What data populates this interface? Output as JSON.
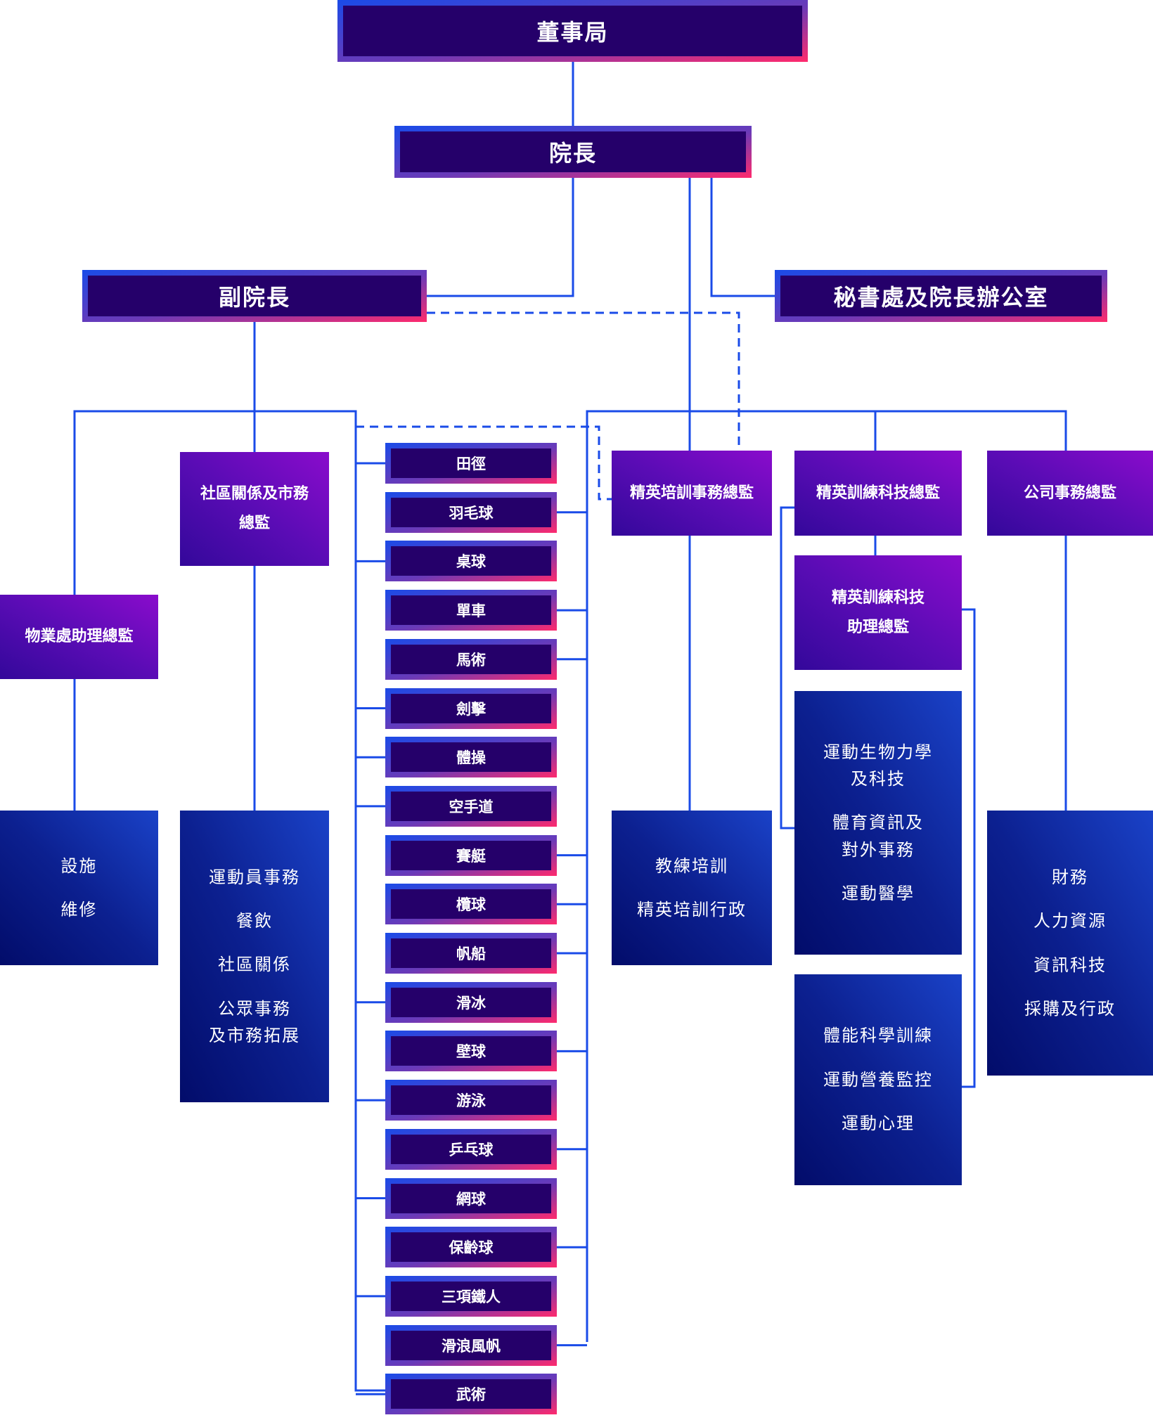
{
  "top": {
    "board": "董事局",
    "ceo": "院長",
    "deputy": "副院長",
    "secretariat": "秘書處及院長辦公室"
  },
  "directors": {
    "community": "社區關係及市務\n總監",
    "property": "物業處助理總監",
    "elite_training": "精英培訓事務總監",
    "elite_tech": "精英訓練科技總監",
    "elite_tech_assistant": "精英訓練科技\n助理總監",
    "corporate": "公司事務總監"
  },
  "sports": [
    "田徑",
    "羽毛球",
    "桌球",
    "單車",
    "馬術",
    "劍擊",
    "體操",
    "空手道",
    "賽艇",
    "欖球",
    "帆船",
    "滑冰",
    "壁球",
    "游泳",
    "乒乓球",
    "網球",
    "保齡球",
    "三項鐵人",
    "滑浪風帆",
    "武術"
  ],
  "units": {
    "property": [
      "設施",
      "維修"
    ],
    "community": [
      "運動員事務",
      "餐飲",
      "社區關係",
      "公眾事務\n及市務拓展"
    ],
    "elite_training": [
      "教練培訓",
      "精英培訓行政"
    ],
    "tech_group_1": [
      "運動生物力學\n及科技",
      "體育資訊及\n對外事務",
      "運動醫學"
    ],
    "tech_group_2": [
      "體能科學訓練",
      "運動營養監控",
      "運動心理"
    ],
    "corporate": [
      "財務",
      "人力資源",
      "資訊科技",
      "採購及行政"
    ]
  },
  "colors": {
    "line": "#1a4be8",
    "dark_box": "#25006a",
    "accent_pink": "#ff2a6d"
  }
}
